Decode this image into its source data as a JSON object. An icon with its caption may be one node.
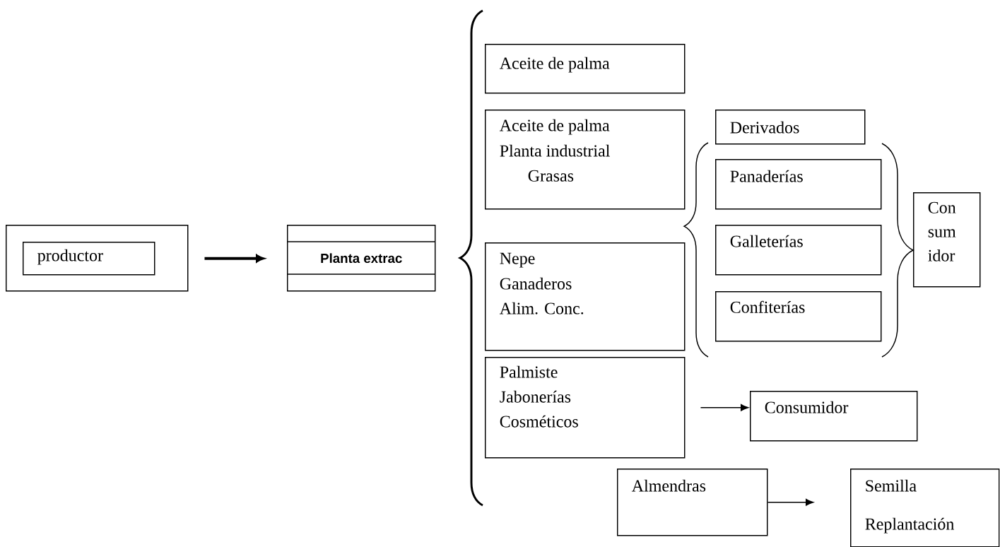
{
  "diagram": {
    "nodes": [
      {
        "text": [],
        "shape": "box"
      },
      {
        "text": [
          "productor"
        ],
        "in": 0
      },
      {
        "text": [
          "Planta extrac"
        ]
      },
      {
        "text": [
          "Aceite de palma"
        ]
      },
      {
        "text": [
          "Aceite de palma",
          "Planta industrial",
          "Grasas"
        ]
      },
      {
        "text": [
          "Nepe",
          "Ganaderos",
          "Alim. Conc."
        ]
      },
      {
        "text": [
          "Derivados"
        ]
      },
      {
        "text": [
          "Panaderías"
        ]
      },
      {
        "text": [
          "Galleterías"
        ]
      },
      {
        "text": [
          "Confiterías"
        ]
      },
      {
        "text": [
          "Con sum idor"
        ]
      },
      {
        "text": [
          "Palmiste",
          "Jabonerías",
          "Cosméticos"
        ]
      },
      {
        "text": [
          "Consumidor"
        ]
      },
      {
        "text": [
          "Almendras"
        ]
      },
      {
        "text": [
          "Semilla",
          "Replantación"
        ]
      }
    ],
    "edges": [
      {
        "from": 0,
        "to": 2,
        "arrow": "to",
        "style": "thick"
      },
      {
        "from": 11,
        "to": 12,
        "arrow": "to"
      },
      {
        "from": 13,
        "to": 14,
        "arrow": "to"
      }
    ]
  }
}
